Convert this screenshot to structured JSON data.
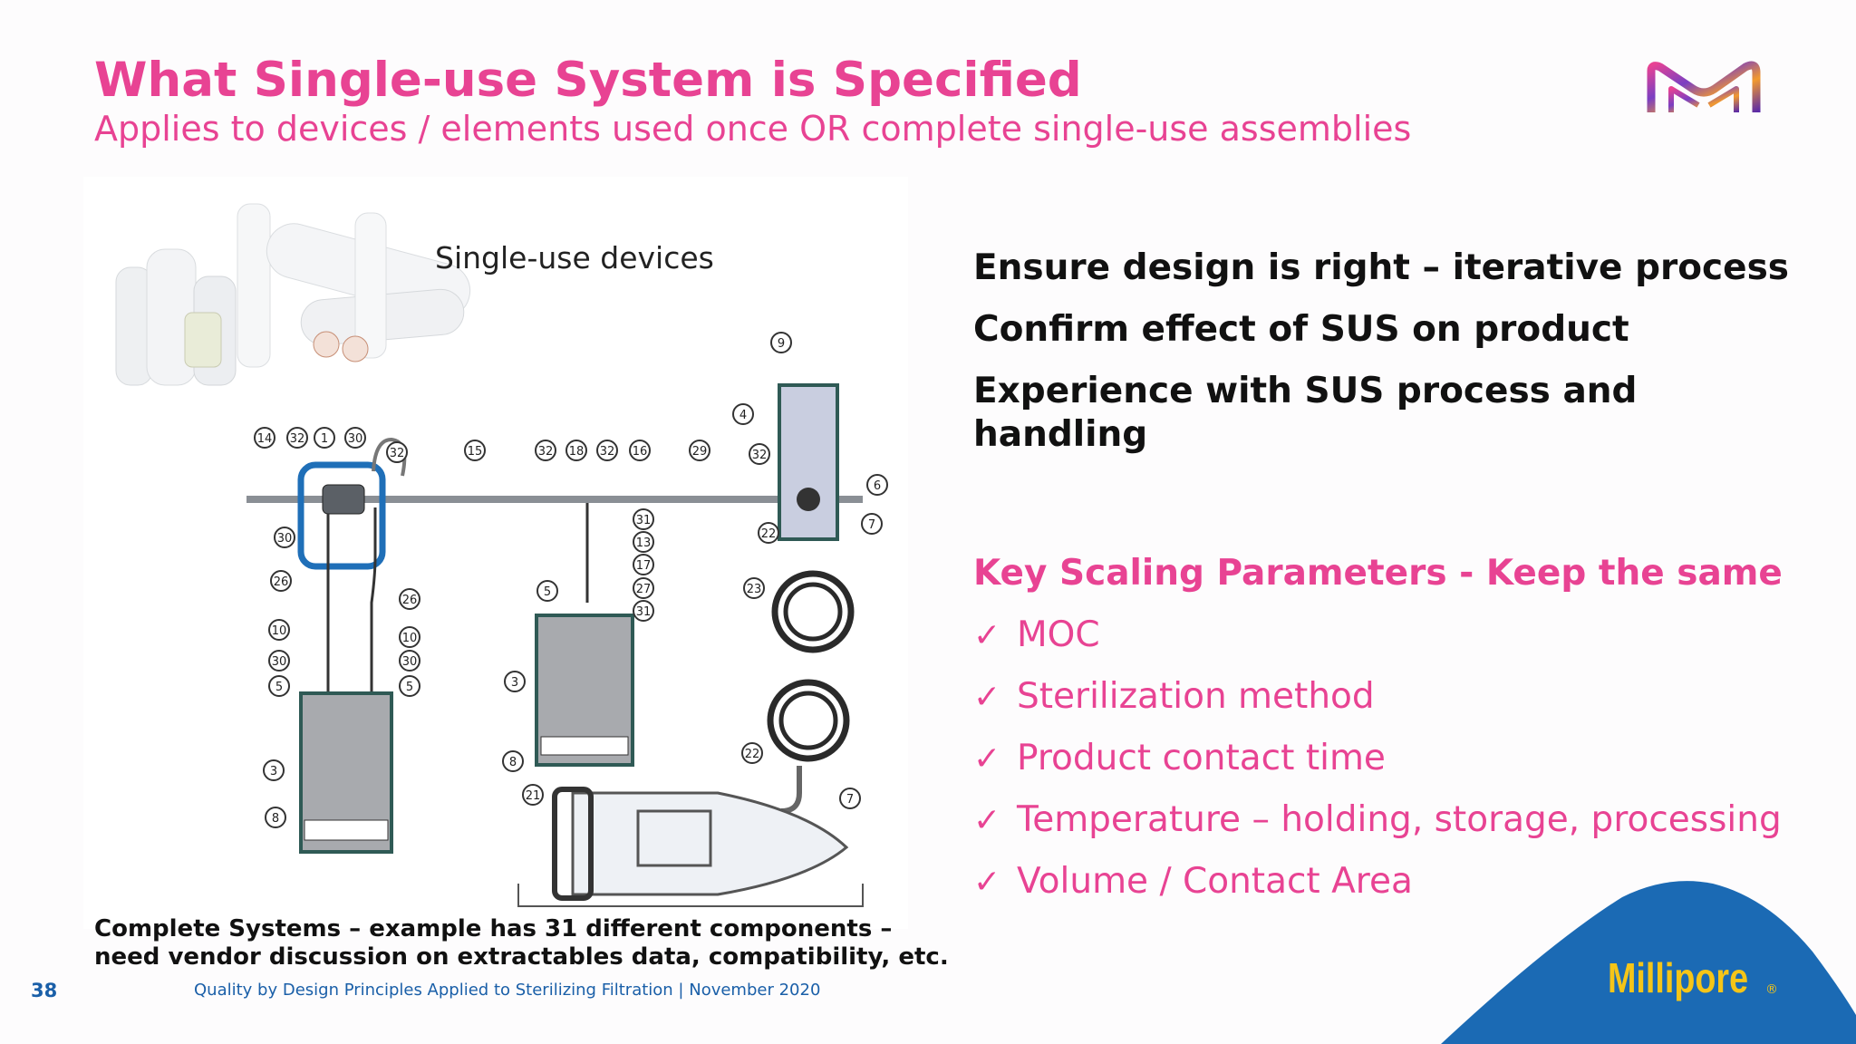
{
  "header": {
    "title": "What Single-use System is Specified",
    "subtitle": "Applies to devices / elements used once OR complete single-use assemblies"
  },
  "logo": {
    "icon": "m-logo-icon"
  },
  "figure": {
    "devices_label": "Single-use devices",
    "callouts": [
      "14",
      "32",
      "1",
      "30",
      "32",
      "15",
      "32",
      "18",
      "32",
      "16",
      "29",
      "9",
      "4",
      "32",
      "6",
      "7",
      "22",
      "23",
      "22",
      "7",
      "21",
      "30",
      "26",
      "26",
      "10",
      "10",
      "30",
      "30",
      "5",
      "5",
      "3",
      "8",
      "31",
      "13",
      "17",
      "27",
      "31",
      "5",
      "3",
      "8"
    ]
  },
  "points": [
    "Ensure design is right – iterative process",
    "Confirm effect of SUS on product",
    "Experience with SUS process and handling"
  ],
  "key_params": {
    "heading": "Key Scaling Parameters - Keep the same",
    "check_glyph": "✓",
    "items": [
      "MOC",
      "Sterilization method",
      "Product contact time",
      "Temperature – holding, storage, processing",
      "Volume / Contact Area"
    ]
  },
  "caption": {
    "line1": "Complete Systems – example has 31 different components –",
    "line2": "need vendor  discussion on extractables data, compatibility, etc."
  },
  "footer": {
    "page_number": "38",
    "text": "Quality by Design Principles Applied to Sterilizing Filtration | November 2020"
  },
  "brand": {
    "name": "Millipore",
    "reg": "®"
  },
  "colors": {
    "accent": "#e84393",
    "blue": "#1a5fa8",
    "brand_yellow": "#f5c518"
  }
}
